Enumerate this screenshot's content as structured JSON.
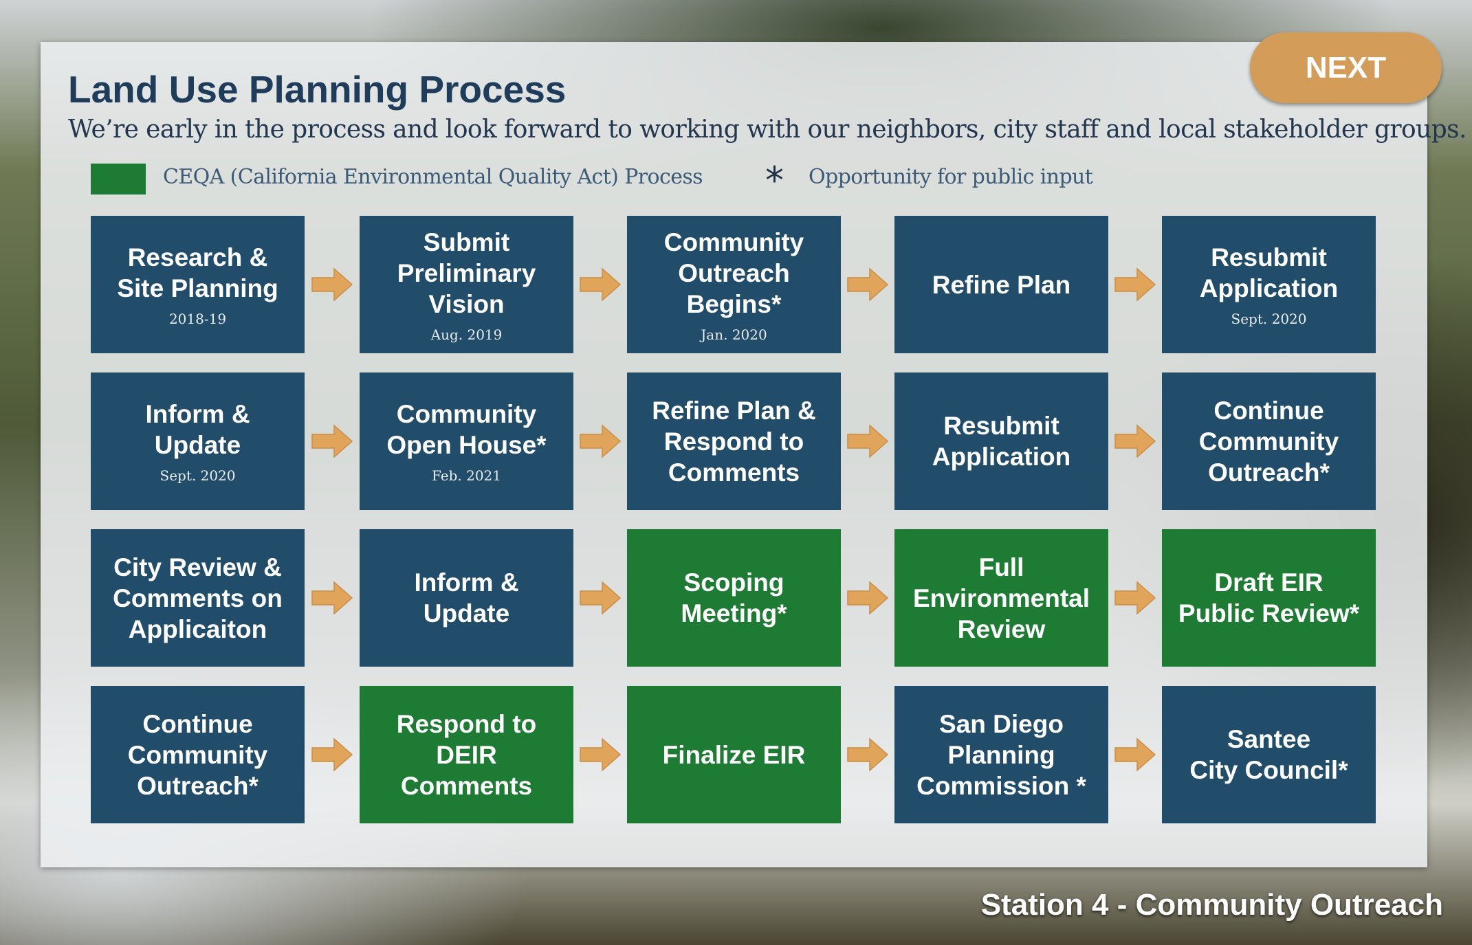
{
  "header": {
    "title": "Land Use Planning Process",
    "subtitle": "We’re early in the process and look forward to working with our neighbors, city staff and local stakeholder groups.",
    "next_label": "NEXT"
  },
  "legend": {
    "ceqa_label": "CEQA (California Environmental Quality Act) Process",
    "ceqa_color": "#1e7b34",
    "public_input_symbol": "*",
    "public_input_label": "Opportunity for public input"
  },
  "colors": {
    "step_blue": "#224d6a",
    "step_green": "#1e7b34",
    "arrow": "#e0a45a",
    "next_button": "#d49c59"
  },
  "rows": [
    [
      {
        "title": "Research &\nSite Planning",
        "date": "2018-19",
        "type": "blue"
      },
      {
        "title": "Submit\nPreliminary\nVision",
        "date": "Aug. 2019",
        "type": "blue"
      },
      {
        "title": "Community\nOutreach Begins*",
        "date": "Jan. 2020",
        "type": "blue"
      },
      {
        "title": "Refine Plan",
        "date": "",
        "type": "blue"
      },
      {
        "title": "Resubmit\nApplication",
        "date": "Sept. 2020",
        "type": "blue"
      }
    ],
    [
      {
        "title": "Inform &\nUpdate",
        "date": "Sept. 2020",
        "type": "blue"
      },
      {
        "title": "Community\nOpen House*",
        "date": "Feb. 2021",
        "type": "blue"
      },
      {
        "title": "Refine Plan &\nRespond to\nComments",
        "date": "",
        "type": "blue"
      },
      {
        "title": "Resubmit\nApplication",
        "date": "",
        "type": "blue"
      },
      {
        "title": "Continue\nCommunity\nOutreach*",
        "date": "",
        "type": "blue"
      }
    ],
    [
      {
        "title": "City Review &\nComments on\nApplicaiton",
        "date": "",
        "type": "blue"
      },
      {
        "title": "Inform &\nUpdate",
        "date": "",
        "type": "blue"
      },
      {
        "title": "Scoping\nMeeting*",
        "date": "",
        "type": "green"
      },
      {
        "title": "Full\nEnvironmental\nReview",
        "date": "",
        "type": "green"
      },
      {
        "title": "Draft EIR\nPublic Review*",
        "date": "",
        "type": "green"
      }
    ],
    [
      {
        "title": "Continue\nCommunity\nOutreach*",
        "date": "",
        "type": "blue"
      },
      {
        "title": "Respond to DEIR\nComments",
        "date": "",
        "type": "green"
      },
      {
        "title": "Finalize EIR",
        "date": "",
        "type": "green"
      },
      {
        "title": "San Diego\nPlanning\nCommission *",
        "date": "",
        "type": "blue"
      },
      {
        "title": "Santee\nCity Council*",
        "date": "",
        "type": "blue"
      }
    ]
  ],
  "footer": {
    "station_label": "Station 4 - Community Outreach"
  }
}
